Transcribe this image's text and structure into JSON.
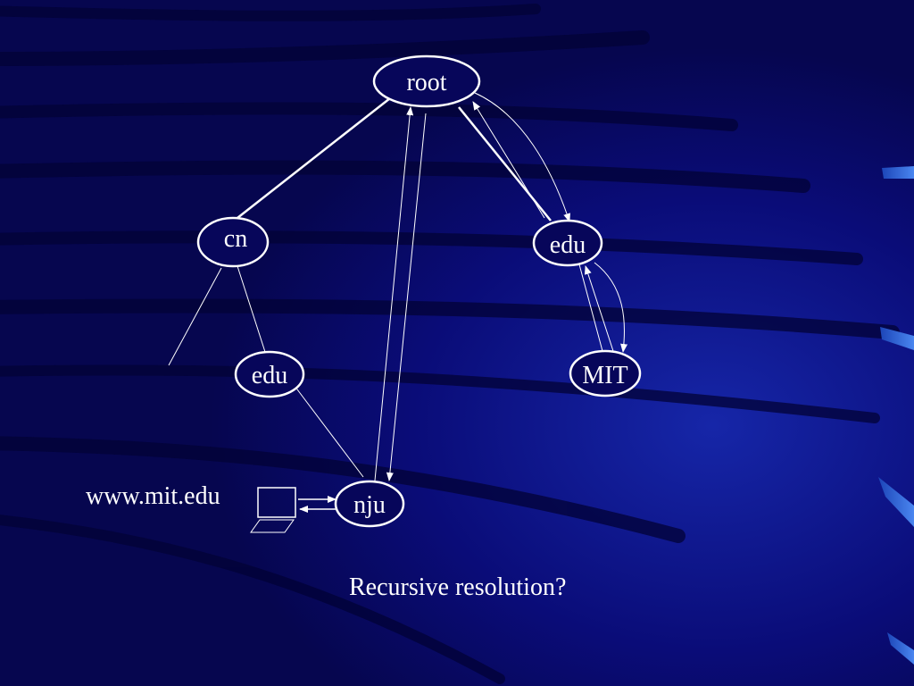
{
  "colors": {
    "background": "#07065a",
    "stripe": "#020236",
    "accent": "#2f6fe0",
    "ink": "#ffffff"
  },
  "nodes": {
    "root": "root",
    "cn": "cn",
    "edu_top": "edu",
    "edu_cn": "edu",
    "mit": "MIT",
    "nju": "nju"
  },
  "query_label": "www.mit.edu",
  "caption": "Recursive resolution?",
  "icons": {
    "client": "laptop-icon"
  }
}
